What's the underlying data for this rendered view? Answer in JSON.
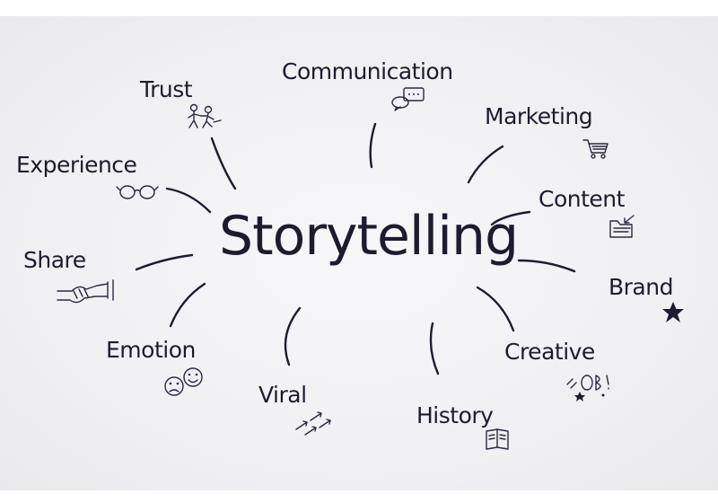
{
  "center": "Storytelling",
  "nodes": {
    "communication": "Communication",
    "marketing": "Marketing",
    "content": "Content",
    "brand": "Brand",
    "creative": "Creative",
    "history": "History",
    "viral": "Viral",
    "emotion": "Emotion",
    "share": "Share",
    "experience": "Experience",
    "trust": "Trust"
  },
  "icons": {
    "communication": "speech-bubbles-icon",
    "marketing": "shopping-cart-icon",
    "content": "folder-icon",
    "brand": "star-icon",
    "creative": "doodle-burst-icon",
    "history": "book-icon",
    "viral": "arrows-icon",
    "emotion": "faces-icon",
    "share": "handshake-icon",
    "experience": "glasses-icon",
    "trust": "people-icon"
  },
  "colors": {
    "ink": "#1d1c2e",
    "background": "#f2f2f4"
  }
}
